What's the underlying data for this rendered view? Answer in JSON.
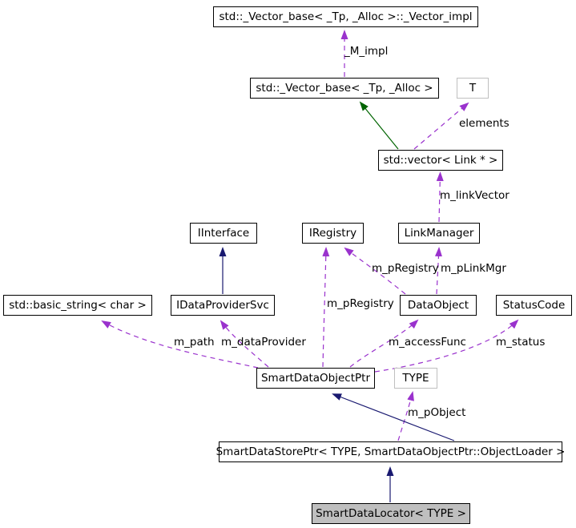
{
  "nodes": {
    "vector_impl": "std::_Vector_base< _Tp, _Alloc >::_Vector_impl",
    "vector_base": "std::_Vector_base< _Tp, _Alloc >",
    "template_t": "T",
    "vector_link": "std::vector< Link * >",
    "iinterface": "IInterface",
    "iregistry": "IRegistry",
    "link_manager": "LinkManager",
    "basic_string": "std::basic_string< char >",
    "idataprovidersvc": "IDataProviderSvc",
    "data_object": "DataObject",
    "status_code": "StatusCode",
    "smart_data_object_ptr": "SmartDataObjectPtr",
    "template_type": "TYPE",
    "smart_data_store_ptr": "SmartDataStorePtr< TYPE, SmartDataObjectPtr::ObjectLoader >",
    "smart_data_locator": "SmartDataLocator< TYPE >"
  },
  "edge_labels": {
    "m_impl": "_M_impl",
    "elements": "elements",
    "m_link_vector": "m_linkVector",
    "m_p_registry_dataobject": "m_pRegistry",
    "m_p_link_mgr": "m_pLinkMgr",
    "m_path": "m_path",
    "m_data_provider": "m_dataProvider",
    "m_p_registry_smartptr": "m_pRegistry",
    "m_access_func": "m_accessFunc",
    "m_status": "m_status",
    "m_p_object": "m_pObject"
  },
  "colors": {
    "usage_edge": "#9a32cd",
    "inheritance_edge": "#191970",
    "protected_inheritance_edge": "#006400",
    "node_border": "#000000",
    "template_border": "#bfbfbf",
    "highlight_fill": "#bfbfbf",
    "node_fill": "#ffffff",
    "text": "#000000"
  }
}
